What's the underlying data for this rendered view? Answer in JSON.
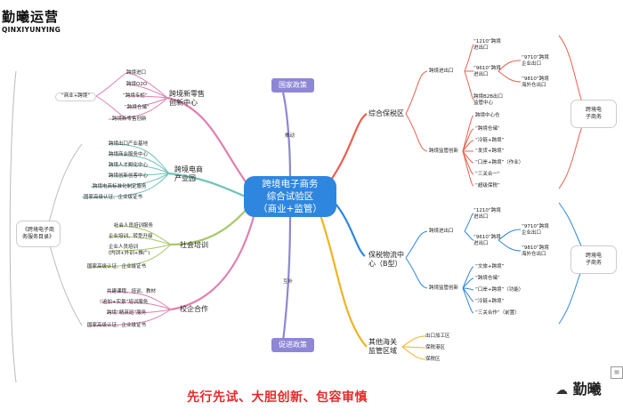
{
  "logo": {
    "title": "勤曦运营",
    "subtitle": "QINXIYUNYING"
  },
  "center": {
    "line1": "跨境电子商务",
    "line2": "综合试验区",
    "line3": "（商业+监管）"
  },
  "policy_top": "国家政策",
  "policy_bottom": "促进政策",
  "arrow_up": "推动",
  "arrow_mid": "互补",
  "branches": {
    "retail": {
      "title": "跨境新零售\n创新中心",
      "items": [
        "跨境进口",
        "跨境O2O",
        "“跨境专柜”",
        "“跨境仓储”",
        "跨境新零售创新"
      ]
    },
    "business_label": "“商业+跨境”",
    "ecommerce": {
      "title": "跨境电商\n产业园",
      "items": [
        "跨境出口产业基地",
        "跨境商会服务中心",
        "跨境人才孵化中心",
        "跨境创新创客中心",
        "跨境电商标准化制定服务",
        "国家高级认证、企业级证书"
      ]
    },
    "training": {
      "title": "社会培训",
      "items": [
        "社会人员培训服务",
        "企业培训、转型升级",
        "企业人员培训\n(内训+外训+推广)",
        "国家高级认证、企业级证书"
      ]
    },
    "school": {
      "title": "校企合作",
      "items": [
        "共建课程、培训、教材",
        "“追加+实景”培训服务",
        "跨境“精英班”服务",
        "国家高级认证、企业级证书"
      ]
    },
    "service_label": "《跨境电子商\n务服务目录》",
    "bonded": {
      "title": "综合保税区",
      "import_export": "跨境进出口",
      "ie_items": [
        "“1210”跨境\n进出口",
        "“9610”跨境\n进出口",
        "跨境B2B出口\n监管中心"
      ],
      "ie_sub": [
        "“9710”跨境\n企业出口",
        "“9810”跨境\n海外仓出口"
      ],
      "supervise": "跨境监管创新",
      "sup_items": [
        "跨境中心仓",
        "“跨境仓储”",
        "“冷链+跨境”",
        "“发货+跨境”",
        "“口岸+跨境”（作业）",
        "“三关合一”",
        "“超级保税”"
      ],
      "side": "跨境电\n子商务"
    },
    "logistics": {
      "title": "保税物流中\n心（B型）",
      "import_export": "跨境进出口",
      "ie_items": [
        "“1210”跨境\n进出口",
        "“9610”跨境\n进出口"
      ],
      "ie_sub": [
        "“9710”跨境\n企业出口",
        "“9810”跨境\n海外仓出口"
      ],
      "supervise": "跨境监管创新",
      "sup_items": [
        "“文旅+跨境”",
        "“跨境仓储”",
        "“口岸+跨境”（功能）",
        "“冷链+跨境”",
        "“三关合作”（前置）"
      ],
      "side": "跨境电\n子商务"
    },
    "customs": {
      "title": "其他海关\n监管区域",
      "items": [
        "出口加工区",
        "保税港区",
        "保税区"
      ]
    }
  },
  "slogan": "先行先试、大胆创新、包容审慎",
  "watermark": "勤曦"
}
